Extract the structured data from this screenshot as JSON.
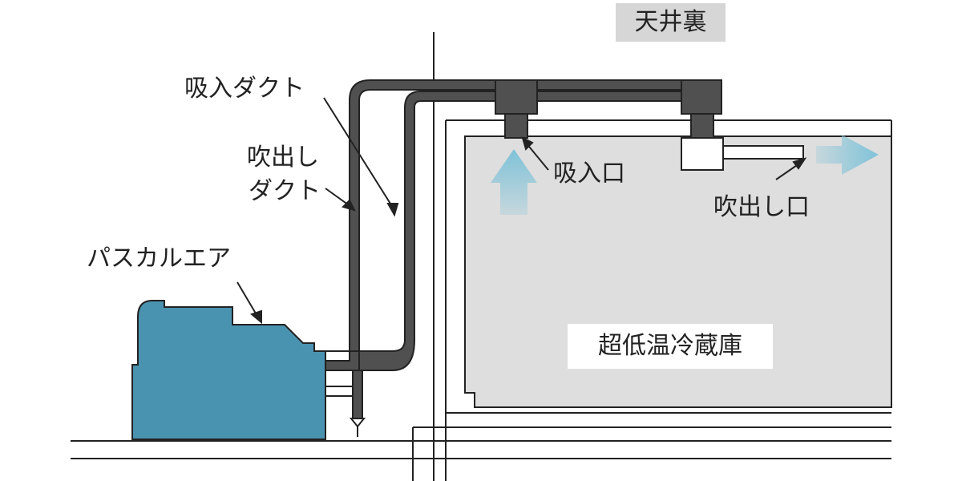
{
  "labels": {
    "ceiling": "天井裏",
    "intake_duct": "吸入ダクト",
    "outlet_duct_line1": "吹出し",
    "outlet_duct_line2": "ダクト",
    "pascal_air": "パスカルエア",
    "intake_port": "吸入口",
    "outlet_port": "吹出し口",
    "freezer": "超低温冷蔵庫"
  },
  "colors": {
    "unit_fill": "#4a93b0",
    "duct_fill": "#505050",
    "room_fill": "#dedede",
    "ceiling_tag_fill": "#d6d6d6",
    "arrow_fill": "#7fc2d8",
    "line": "#222222"
  },
  "icons": {
    "intake_arrow": "arrow-up-icon",
    "outlet_arrow": "arrow-right-icon"
  }
}
